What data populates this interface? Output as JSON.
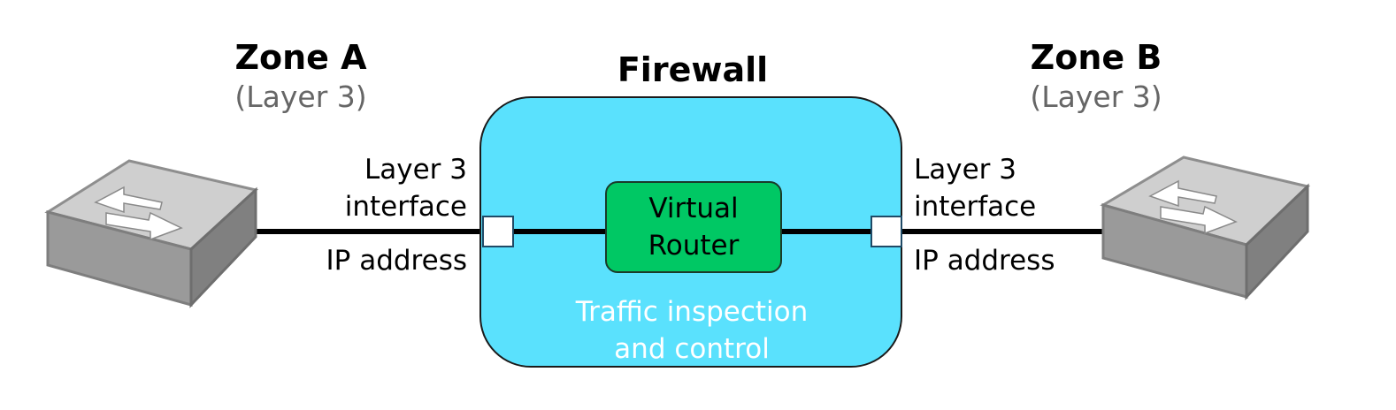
{
  "zone_a": {
    "title": "Zone A",
    "subtitle": "(Layer 3)"
  },
  "zone_b": {
    "title": "Zone B",
    "subtitle": "(Layer 3)"
  },
  "firewall": {
    "title": "Firewall",
    "virtual_router": [
      "Virtual",
      "Router"
    ],
    "inspection": [
      "Traffic inspection",
      "and control"
    ]
  },
  "left_interface": {
    "line1": "Layer 3",
    "line2": "interface",
    "address": "IP address"
  },
  "right_interface": {
    "line1": "Layer 3",
    "line2": "interface",
    "address": "IP address"
  },
  "colors": {
    "firewall_fill": "#5ae1fd",
    "router_fill": "#00c864",
    "switch_top": "#c8c8c8",
    "switch_side": "#8c8c8c",
    "zone_subtitle": "#666666"
  },
  "icons": [
    "switch-icon",
    "switch-icon"
  ]
}
